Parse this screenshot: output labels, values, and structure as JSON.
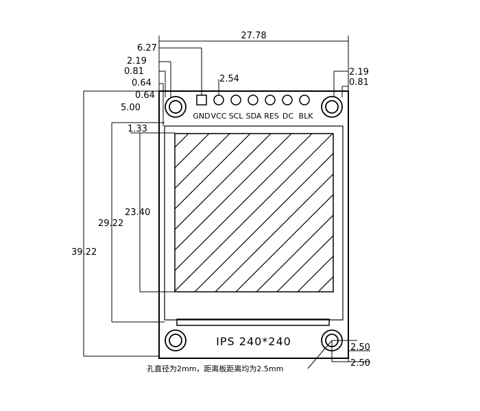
{
  "dimensions": {
    "width": "27.78",
    "pin_offset": "6.27",
    "hole_offset_left": "2.19",
    "edge_offset_left": "0.81",
    "edge_offset_small_a": "0.64",
    "edge_offset_small_b": "0.64",
    "pin_pitch": "2.54",
    "hole_offset_right": "2.19",
    "edge_offset_right": "0.81",
    "top_gap": "5.00",
    "screen_offset": "1.33",
    "total_height": "39.22",
    "display_height": "29.22",
    "active_height": "23.40",
    "hole_bottom_a": "2.50",
    "hole_bottom_b": "2.50"
  },
  "pins": [
    "GND",
    "VCC",
    "SCL",
    "SDA",
    "RES",
    "DC",
    "BLK"
  ],
  "board_label": "IPS 240*240",
  "note": "孔直径为2mm，距离板距离均为2.5mm"
}
